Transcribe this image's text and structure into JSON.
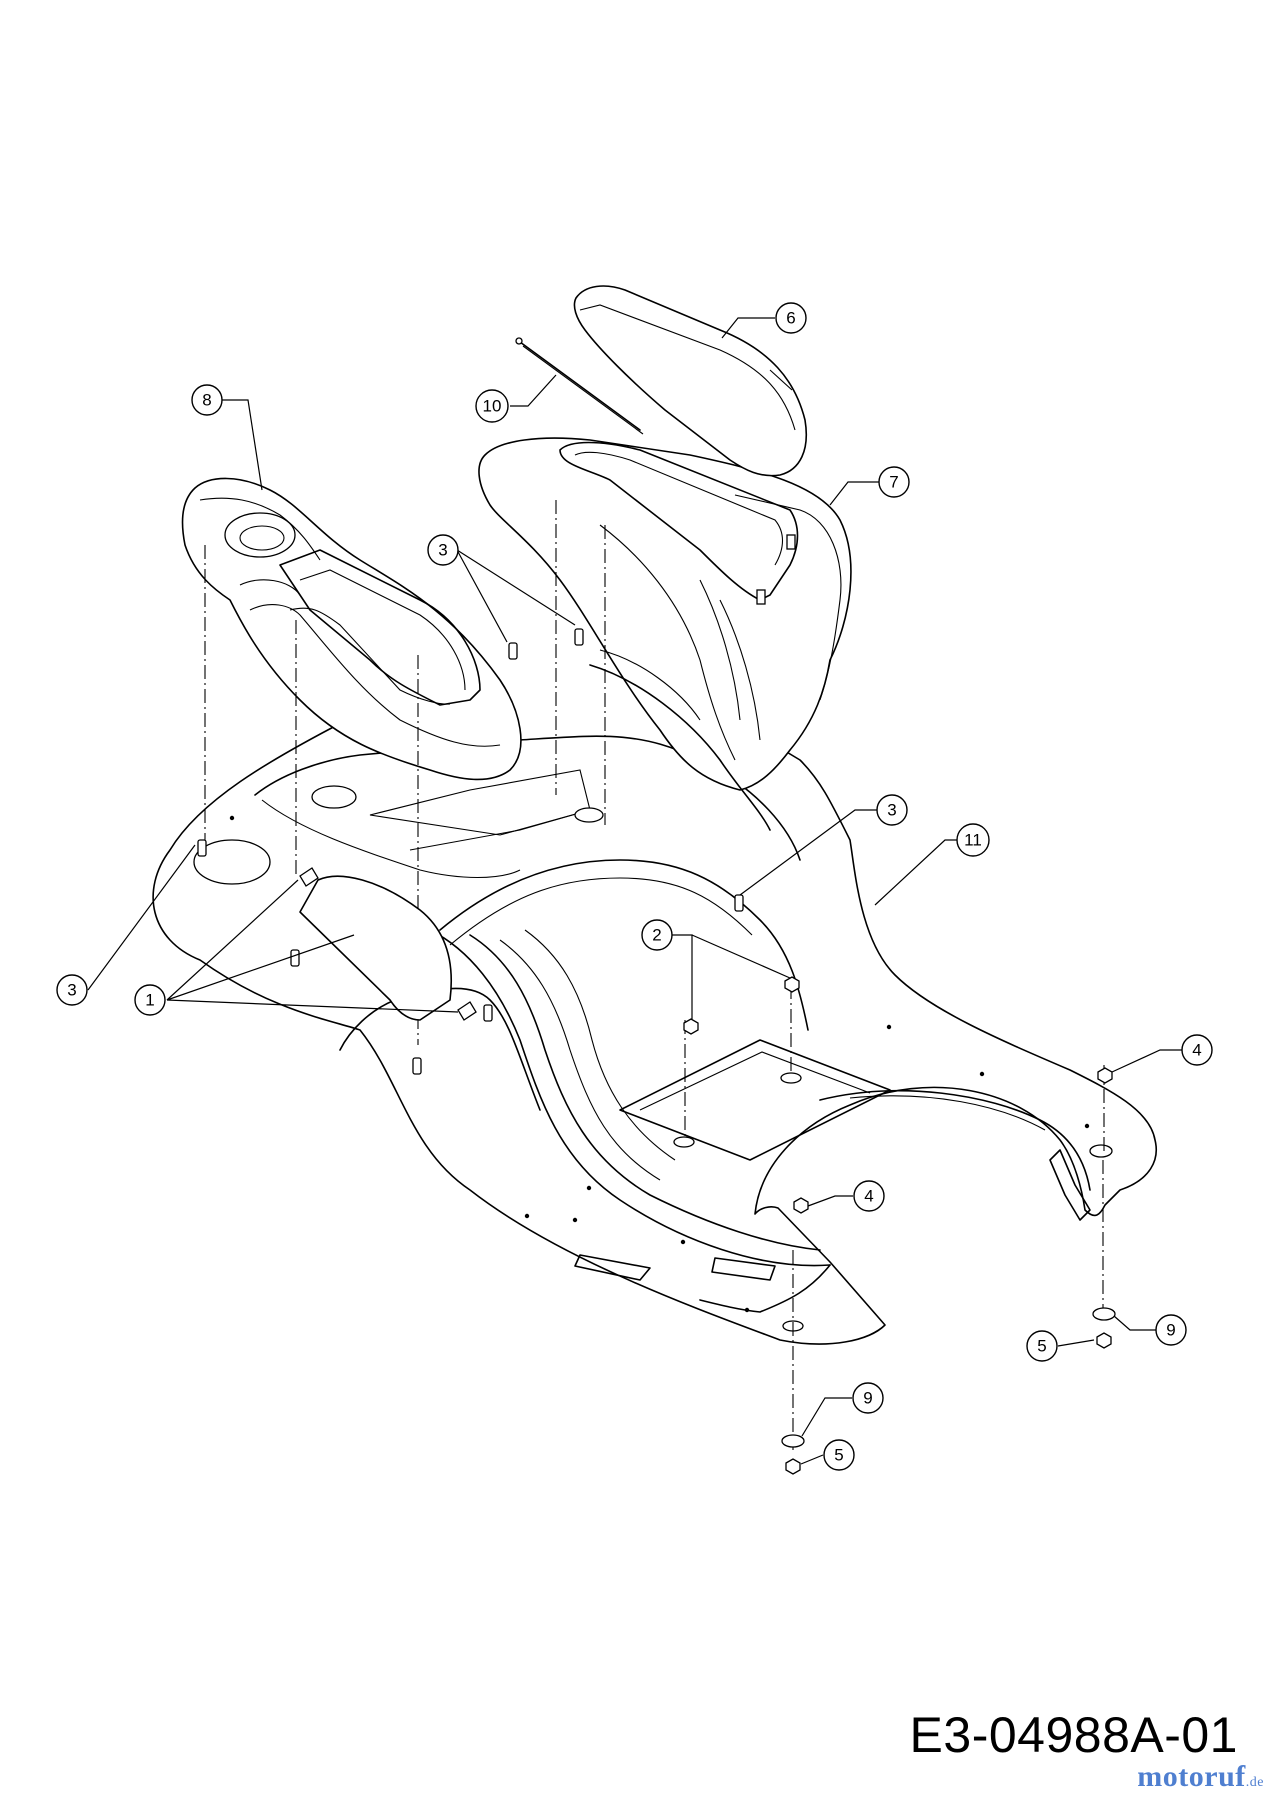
{
  "drawing_number": "E3-04988A-01",
  "watermark": {
    "brand": "motoruf",
    "tld": ".de"
  },
  "callouts": [
    {
      "id": "callout-1",
      "label": "1"
    },
    {
      "id": "callout-2",
      "label": "2"
    },
    {
      "id": "callout-3a",
      "label": "3"
    },
    {
      "id": "callout-3b",
      "label": "3"
    },
    {
      "id": "callout-3c",
      "label": "3"
    },
    {
      "id": "callout-4a",
      "label": "4"
    },
    {
      "id": "callout-4b",
      "label": "4"
    },
    {
      "id": "callout-5a",
      "label": "5"
    },
    {
      "id": "callout-5b",
      "label": "5"
    },
    {
      "id": "callout-6",
      "label": "6"
    },
    {
      "id": "callout-7",
      "label": "7"
    },
    {
      "id": "callout-8",
      "label": "8"
    },
    {
      "id": "callout-9a",
      "label": "9"
    },
    {
      "id": "callout-9b",
      "label": "9"
    },
    {
      "id": "callout-10",
      "label": "10"
    },
    {
      "id": "callout-11",
      "label": "11"
    }
  ]
}
